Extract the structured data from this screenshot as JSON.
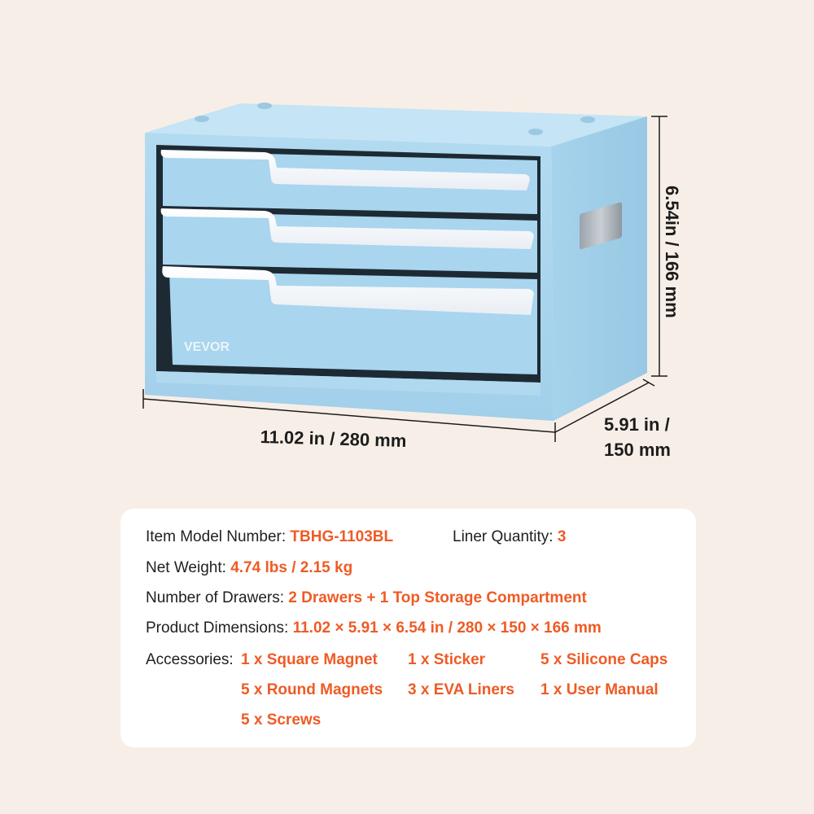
{
  "colors": {
    "background": "#f7efe7",
    "accent": "#ee5b25",
    "product_blue": "#a9d6ef",
    "card": "#ffffff"
  },
  "product": {
    "brand_logo": "VEVOR",
    "width_label": "11.02 in / 280 mm",
    "depth_label_line1": "5.91 in /",
    "depth_label_line2": "150 mm",
    "height_label": "6.54in / 166 mm"
  },
  "specs": {
    "model": {
      "label": "Item Model Number:",
      "value": "TBHG-1103BL"
    },
    "liner": {
      "label": "Liner Quantity:",
      "value": "3"
    },
    "weight": {
      "label": "Net Weight:",
      "value": "4.74 lbs / 2.15 kg"
    },
    "drawers": {
      "label": "Number of Drawers:",
      "value": "2 Drawers + 1 Top Storage Compartment"
    },
    "dimensions": {
      "label": "Product Dimensions:",
      "value": "11.02 × 5.91 × 6.54 in / 280 × 150 × 166 mm"
    },
    "accessories_label": "Accessories:",
    "accessories": [
      "1 x Square Magnet",
      "1 x Sticker",
      "5 x Silicone Caps",
      "5 x Round Magnets",
      "3 x EVA Liners",
      "1 x User Manual",
      "5 x Screws"
    ]
  }
}
